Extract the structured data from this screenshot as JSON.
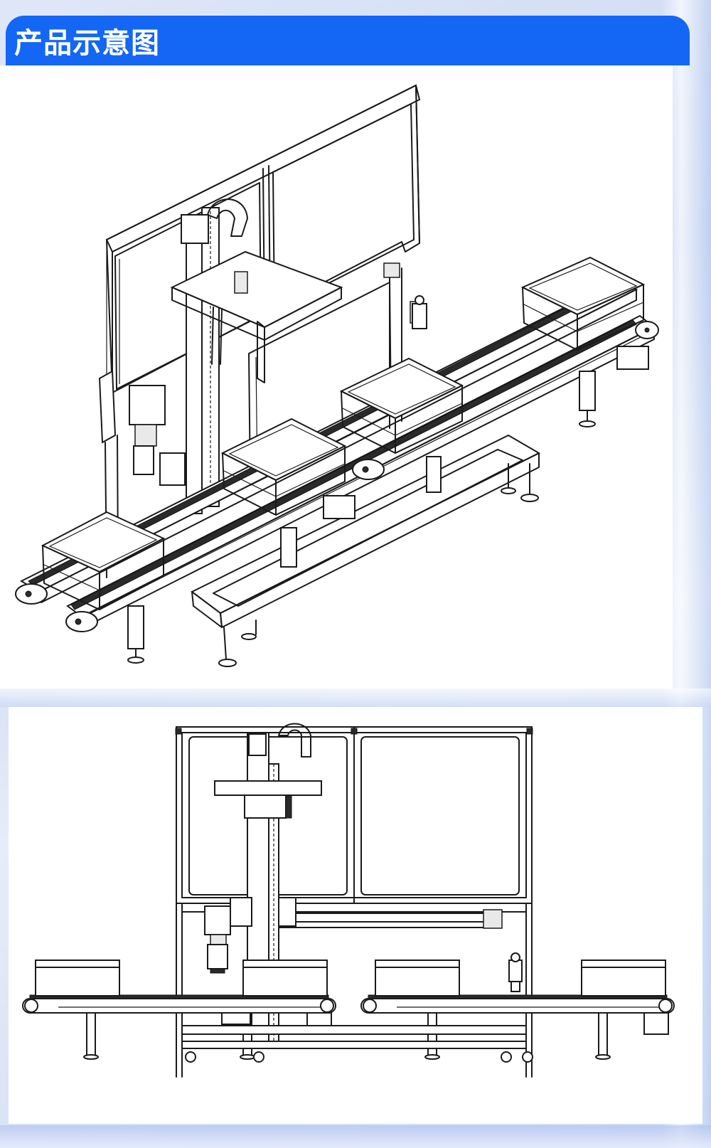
{
  "header": {
    "title": "产品示意图",
    "accent_color": "#1466f5"
  },
  "figures": [
    {
      "view": "isometric",
      "icon": "conveyor-machine-isometric-drawing"
    },
    {
      "view": "front",
      "icon": "conveyor-machine-front-drawing"
    }
  ]
}
